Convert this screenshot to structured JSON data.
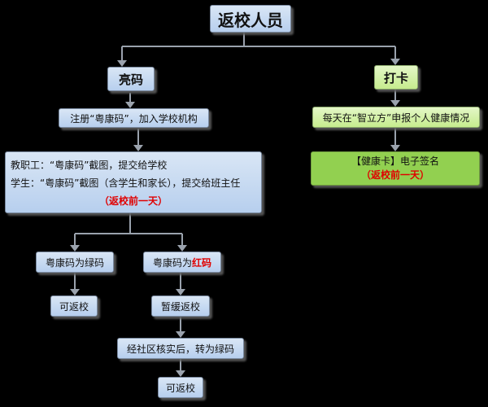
{
  "title": "返校人员",
  "left": {
    "head": "亮码",
    "register": "注册“粤康码”，加入学校机构",
    "staff_line": "教职工：“粤康码”截图，提交给学校",
    "student_line": "学生：“粤康码”截图（含学生和家长），提交给班主任",
    "deadline": "（返校前一天）",
    "green_prefix": "粤康码为绿码",
    "red_prefix": "粤康码为",
    "red_word": "红码",
    "can_return_1": "可返校",
    "suspend": "暂缓返校",
    "verify": "经社区核实后，转为绿码",
    "can_return_2": "可返校"
  },
  "right": {
    "head": "打卡",
    "daily": "每天在“智立方”申报个人健康情况",
    "sign_line": "【健康卡】电子签名",
    "deadline": "（返校前一天）"
  }
}
